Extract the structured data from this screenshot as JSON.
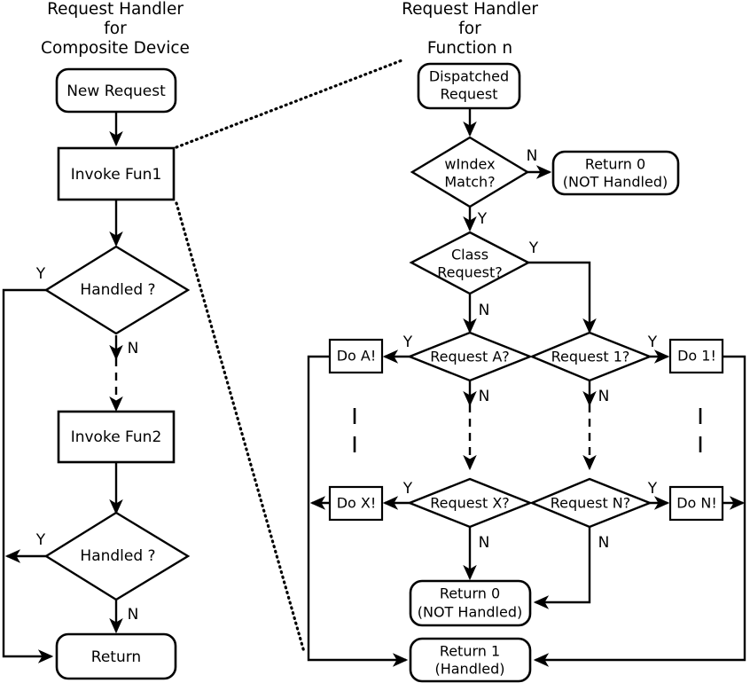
{
  "diagram": {
    "type": "flowchart",
    "title_left": "Request Handler\nfor\nComposite Device",
    "title_right": "Request Handler\nfor\nFunction n",
    "colors": {
      "stroke": "#000000",
      "fill": "#ffffff",
      "background": "#ffffff"
    }
  },
  "left_panel": {
    "title_line1": "Request Handler",
    "title_line2": "for",
    "title_line3": "Composite Device",
    "nodes": {
      "new_request": "New Request",
      "invoke_fun1": "Invoke Fun1",
      "handled1": "Handled ?",
      "invoke_fun2": "Invoke Fun2",
      "handled2": "Handled ?",
      "return": "Return"
    },
    "labels": {
      "handled1_yes": "Y",
      "handled1_no": "N",
      "handled2_yes": "Y",
      "handled2_no": "N"
    }
  },
  "right_panel": {
    "title_line1": "Request Handler",
    "title_line2": "for",
    "title_line3": "Function n",
    "nodes": {
      "dispatched_request_line1": "Dispatched",
      "dispatched_request_line2": "Request",
      "windex_match_line1": "wIndex",
      "windex_match_line2": "Match?",
      "return0_top_line1": "Return 0",
      "return0_top_line2": "(NOT Handled)",
      "class_request_line1": "Class",
      "class_request_line2": "Request?",
      "request_a": "Request A?",
      "request_1": "Request 1?",
      "request_x": "Request X?",
      "request_n": "Request N?",
      "do_a": "Do A!",
      "do_1": "Do 1!",
      "do_x": "Do X!",
      "do_n": "Do N!",
      "return0_bottom_line1": "Return 0",
      "return0_bottom_line2": "(NOT Handled)",
      "return1_line1": "Return 1",
      "return1_line2": "(Handled)"
    },
    "labels": {
      "windex_no": "N",
      "windex_yes": "Y",
      "class_yes": "Y",
      "class_no": "N",
      "request_a_yes": "Y",
      "request_a_no": "N",
      "request_1_yes": "Y",
      "request_1_no": "N",
      "request_x_yes": "Y",
      "request_x_no": "N",
      "request_n_yes": "Y",
      "request_n_no": "N"
    }
  }
}
